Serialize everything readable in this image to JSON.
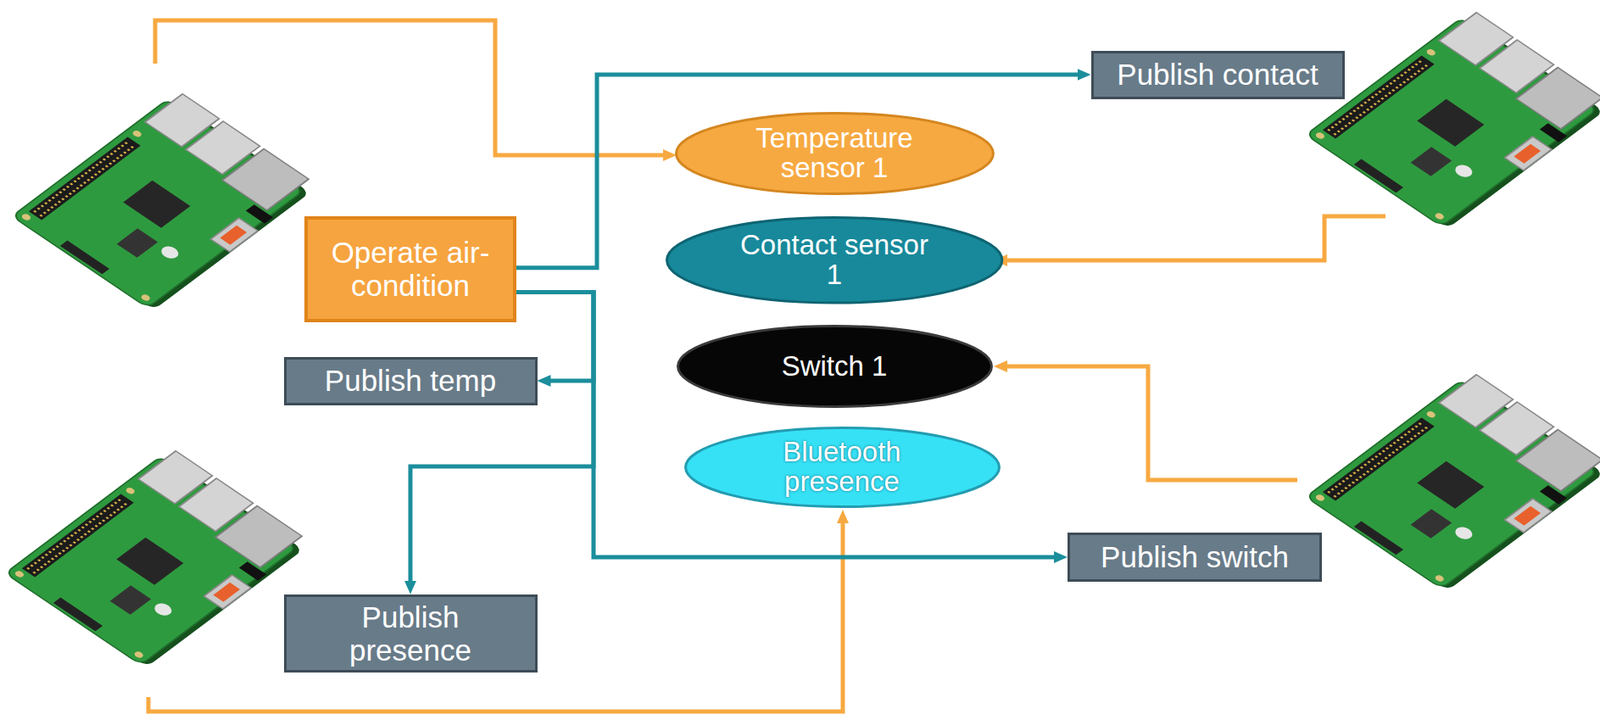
{
  "diagram": {
    "nodes": [
      {
        "text": [
          "Publish contact"
        ]
      },
      {
        "text": [
          "Temperature sensor 1"
        ]
      },
      {
        "text": [
          "Operate air-condition"
        ]
      },
      {
        "text": [
          "Contact sensor 1"
        ]
      },
      {
        "text": [
          "Publish temp"
        ]
      },
      {
        "text": [
          "Switch 1"
        ]
      },
      {
        "text": [
          "Bluetooth presence"
        ]
      },
      {
        "text": [
          "Publish switch"
        ]
      },
      {
        "text": [
          "Publish presence"
        ]
      }
    ],
    "edges": [
      {
        "from": 2,
        "to": 0,
        "arrow": "to"
      },
      {
        "from": 2,
        "to": 4,
        "arrow": "to"
      },
      {
        "from": 2,
        "to": 8,
        "arrow": "to"
      },
      {
        "from": 2,
        "to": 7,
        "arrow": "to"
      }
    ]
  }
}
